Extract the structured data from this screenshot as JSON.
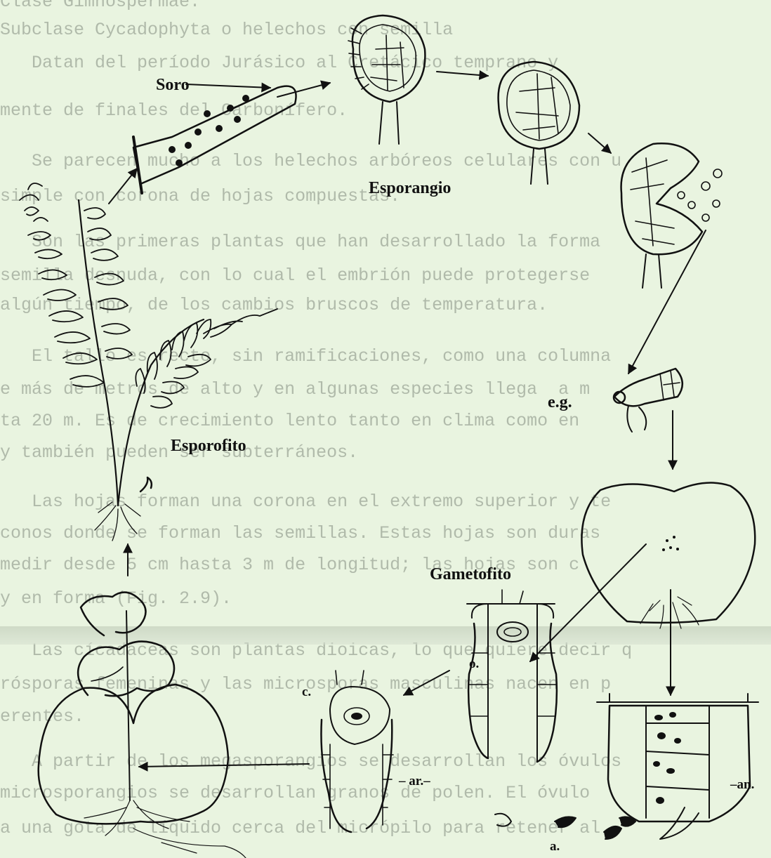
{
  "background_text": [
    "Clase Gimnospermae.",
    "Subclase Cycadophyta o helechos con semilla",
    "   Datan del período Jurásico al Cretácico temprano y",
    "mente de finales del Carbonífero.",
    "   Se parecen mucho a los helechos arbóreos celulares con u",
    "simple con corona de hojas compuestas.",
    "   Son las primeras plantas que han desarrollado la forma",
    "semilla desnuda, con lo cual el embrión puede protegerse",
    "algún tiempo, de los cambios bruscos de temperatura.",
    "   El tallo es recto, sin ramificaciones, como una columna",
    "e más de metros de alto y en algunas especies llega  a m",
    "ta 20 m. Es de crecimiento lento tanto en clima como en",
    "y también pueden ser subterráneos.",
    "   Las hojas forman una corona en el extremo superior y te",
    "conos donde se forman las semillas. Estas hojas son duras",
    "medir desde 5 cm hasta 3 m de longitud; las hojas son c",
    "y en forma (Fig. 2.9).",
    "   Las cícadáceas son plantas dioicas, lo que quiere decir q",
    "rósporas femeninas y las microsporas masculinas nacen en p",
    "erentes.",
    "   A partir de los megasporangios se desarrollan los óvulos",
    "microsporangios se desarrollan granos de polen. El óvulo",
    "a una gota de líquido cerca del micrópilo para retener al"
  ],
  "labels": {
    "soro": "Soro",
    "esporangio": "Esporangio",
    "esporofito": "Esporofito",
    "eg": "e.g.",
    "gametofito": "Gametofito",
    "o": "o.",
    "c": "c.",
    "ar": "– ar.–",
    "an": "–an.",
    "a": "a."
  },
  "colors": {
    "ink": "#111111",
    "paper": "#e9f4e0",
    "faded_text": "#8e978a"
  }
}
